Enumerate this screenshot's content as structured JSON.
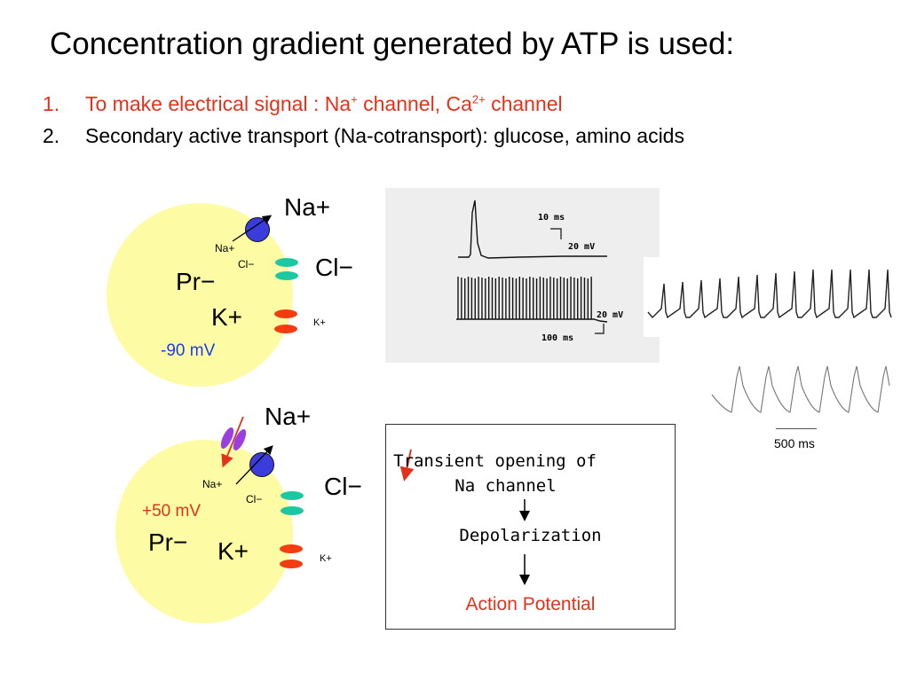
{
  "title": "Concentration gradient generated by ATP is used:",
  "list": [
    {
      "num": "1.",
      "text_pre": "To make electrical signal : Na",
      "sup1": "+",
      "text_mid": " channel, Ca",
      "sup2": "2+",
      "text_post": " channel"
    },
    {
      "num": "2.",
      "text": "Secondary active transport (Na-cotransport): glucose, amino acids"
    }
  ],
  "cell_top": {
    "na_big": "Na+",
    "na_small": "Na+",
    "cl_small": "Cl−",
    "cl_big": "Cl−",
    "pr": "Pr−",
    "k_big": "K+",
    "k_small": "K+",
    "voltage": "-90 mV"
  },
  "cell_bottom": {
    "na_big": "Na+",
    "na_small": "Na+",
    "cl_small": "Cl−",
    "cl_big": "Cl−",
    "pr": "Pr−",
    "k_big": "K+",
    "k_small": "K+",
    "voltage": "+50 mV"
  },
  "trace_panel": {
    "scale1_time": "10 ms",
    "scale1_volt": "20 mV",
    "scale2_volt": "20 mV",
    "scale2_time": "100 ms"
  },
  "cardiac_scale": "500 ms",
  "flow": {
    "step1_line1": "Transient opening of",
    "step1_line2": "Na channel",
    "step2": "Depolarization",
    "step3": "Action Potential"
  },
  "colors": {
    "cell_fill": "#fefba5",
    "chloride_channel": "#1cc8a2",
    "potassium_channel": "#f33c10",
    "pump": "#3a3cdc",
    "accent_red": "#e3321c",
    "voltage_blue": "#1a3ee8"
  }
}
